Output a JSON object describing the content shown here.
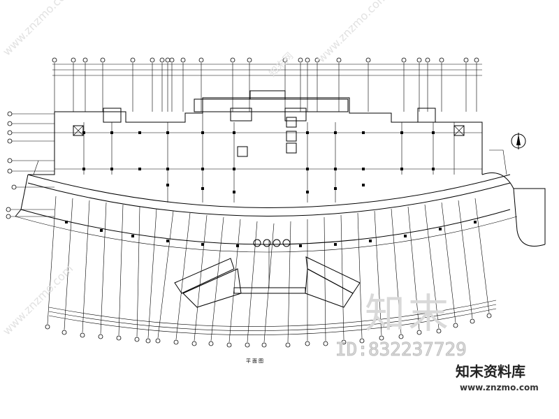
{
  "drawing": {
    "caption": "平面图",
    "north_symbol": "N"
  },
  "watermark": {
    "brand_big": "知末",
    "id_text": "ID:832237729",
    "logo_text": "知末资料库",
    "url": "www.znzmo.com",
    "diag_1": "www.znzmo.com",
    "diag_2": "www.znzmo.com",
    "diag_3": "www.znzmo.com",
    "diag_4": "知末网"
  },
  "colors": {
    "linework": "#000000",
    "watermark": "#d9d9d9"
  }
}
